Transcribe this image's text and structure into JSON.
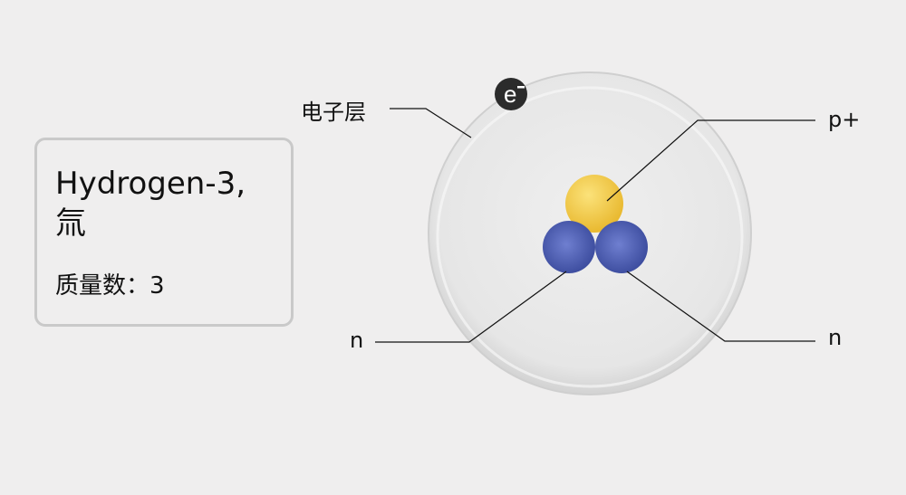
{
  "info_card": {
    "title_line1": "Hydrogen-3,",
    "title_line2": "氚",
    "mass_number": "质量数：3"
  },
  "labels": {
    "electron_shell": "电子层",
    "proton": "p+",
    "neutron_left": "n",
    "neutron_right": "n",
    "electron": "e-"
  },
  "colors": {
    "proton": "#f5d04a",
    "neutron": "#4a5ab0",
    "electron": "#2b2b2b"
  }
}
